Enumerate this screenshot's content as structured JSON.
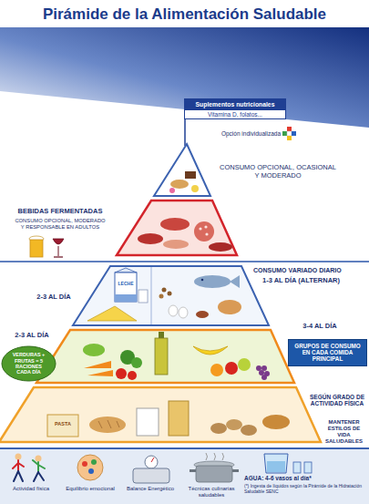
{
  "diagram": {
    "title": "Pirámide de la Alimentación Saludable",
    "nodes": [
      {
        "text": [
          "Suplementos nutricionales",
          "Vitamina D, folatos..."
        ]
      },
      {
        "text": [
          "VERDURAS + FRUTAS = 5 RACIONES CADA DÍA"
        ]
      },
      {
        "text": [
          "GRUPOS DE CONSUMO EN CADA COMIDA PRINCIPAL"
        ]
      }
    ],
    "labels": [
      "Opción individualizada",
      "BEBIDAS FERMENTADAS",
      "CONSUMO OPCIONAL, MODERADO Y RESPONSABLE EN ADULTOS",
      "CONSUMO OPCIONAL, OCASIONAL Y MODERADO",
      "LECHE",
      "CONSUMO VARIADO DIARIO",
      "1-3 AL DÍA (ALTERNAR)",
      "2-3 AL DÍA",
      "2-3 AL DÍA",
      "3-4 AL DÍA",
      "PASTA",
      "SEGÚN GRADO DE ACTIVIDAD FÍSICA",
      "MANTENER ESTILOS DE VIDA SALUDABLES",
      "Actividad física",
      "Equilibrio emocional",
      "Balance Energético",
      "Técnicas culinarias saludables",
      "AGUA: 4-6 vasos al día*",
      "(*) Ingesta de líquidos según la Pirámide de la Hidratación Saludable SENC"
    ]
  }
}
